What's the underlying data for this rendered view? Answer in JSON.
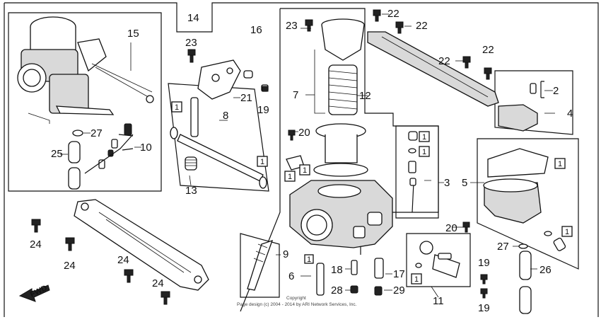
{
  "diagram": {
    "callouts": [
      {
        "id": "c14",
        "text": "14"
      },
      {
        "id": "c15",
        "text": "15"
      },
      {
        "id": "c16",
        "text": "16"
      },
      {
        "id": "c23a",
        "text": "23"
      },
      {
        "id": "c23b",
        "text": "23"
      },
      {
        "id": "c22a",
        "text": "22"
      },
      {
        "id": "c22b",
        "text": "22"
      },
      {
        "id": "c22c",
        "text": "22"
      },
      {
        "id": "c22d",
        "text": "22"
      },
      {
        "id": "c7",
        "text": "7"
      },
      {
        "id": "c12",
        "text": "12"
      },
      {
        "id": "c2",
        "text": "2"
      },
      {
        "id": "c4",
        "text": "4"
      },
      {
        "id": "c21",
        "text": "21"
      },
      {
        "id": "c8",
        "text": "8"
      },
      {
        "id": "c19a",
        "text": "19"
      },
      {
        "id": "c20a",
        "text": "20"
      },
      {
        "id": "c27a",
        "text": "27"
      },
      {
        "id": "c10",
        "text": "10"
      },
      {
        "id": "c25",
        "text": "25"
      },
      {
        "id": "c13",
        "text": "13"
      },
      {
        "id": "c3",
        "text": "3"
      },
      {
        "id": "c5",
        "text": "5"
      },
      {
        "id": "c20b",
        "text": "20"
      },
      {
        "id": "c27b",
        "text": "27"
      },
      {
        "id": "c26",
        "text": "26"
      },
      {
        "id": "c24a",
        "text": "24"
      },
      {
        "id": "c24b",
        "text": "24"
      },
      {
        "id": "c24c",
        "text": "24"
      },
      {
        "id": "c24d",
        "text": "24"
      },
      {
        "id": "c9",
        "text": "9"
      },
      {
        "id": "c6",
        "text": "6"
      },
      {
        "id": "c18",
        "text": "18"
      },
      {
        "id": "c28",
        "text": "28"
      },
      {
        "id": "c17",
        "text": "17"
      },
      {
        "id": "c29",
        "text": "29"
      },
      {
        "id": "c11",
        "text": "11"
      },
      {
        "id": "c19b",
        "text": "19"
      },
      {
        "id": "c19c",
        "text": "19"
      }
    ],
    "qty_box_label": "1",
    "fwd_label": "FWD",
    "copyright_line1": "Copyright",
    "copyright_line2": "Page design (c) 2004 - 2014 by ARI Network Services, Inc."
  }
}
